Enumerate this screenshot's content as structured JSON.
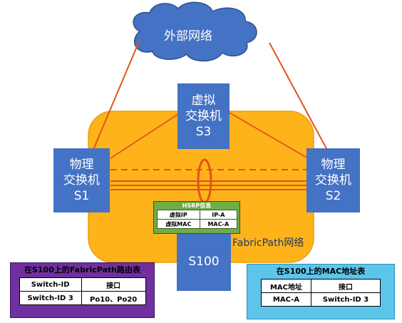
{
  "cloud": {
    "label": "外部网络"
  },
  "fabric": {
    "label": "FabricPath网络"
  },
  "switches": {
    "s3": {
      "line1": "虚拟",
      "line2": "交换机",
      "line3": "S3"
    },
    "s1": {
      "line1": "物理",
      "line2": "交换机",
      "line3": "S1"
    },
    "s2": {
      "line1": "物理",
      "line2": "交换机",
      "line3": "S2"
    },
    "s100": {
      "label": "S100"
    }
  },
  "hsrp": {
    "title": "HSRP信息",
    "rows": [
      [
        "虚拟IP",
        "IP-A"
      ],
      [
        "虚拟MAC",
        "MAC-A"
      ]
    ]
  },
  "route_table": {
    "title": "在S100上的FabricPath路由表",
    "rows": [
      [
        "Switch-ID",
        "接口"
      ],
      [
        "Switch-ID 3",
        "Po10、Po20"
      ]
    ]
  },
  "mac_table": {
    "title": "在S100上的MAC地址表",
    "rows": [
      [
        "MAC地址",
        "接口"
      ],
      [
        "MAC-A",
        "Switch-ID 3"
      ]
    ]
  },
  "colors": {
    "fabric": "#ffb31a",
    "switch": "#4472c4",
    "link": "#e2541b",
    "hsrp": "#70ad47",
    "route_table": "#7030a0",
    "mac_table": "#5dc4ea"
  }
}
